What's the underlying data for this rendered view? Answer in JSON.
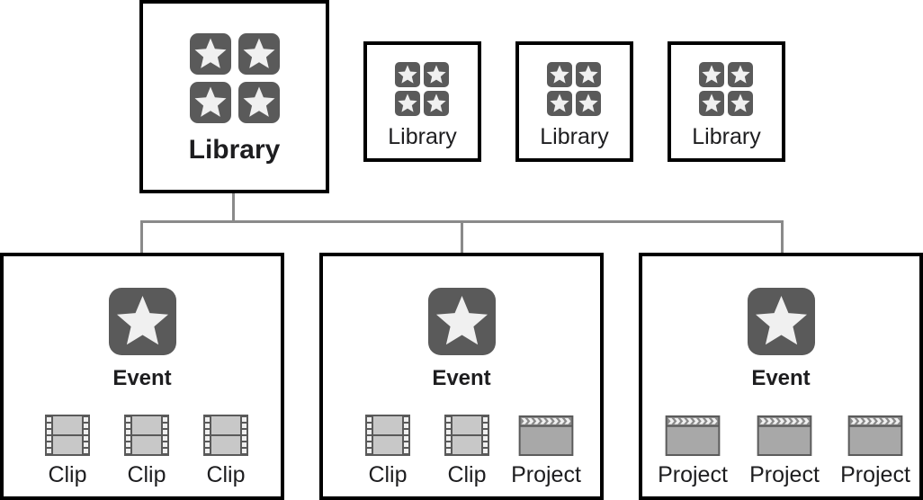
{
  "diagram": {
    "colors": {
      "box_border": "#000000",
      "connector": "#8a8a8a",
      "icon_fill": "#5a5a5a",
      "star_fill": "#f0f0f0",
      "frame_fill": "#c8c8c8",
      "project_fill": "#a8a8a8"
    },
    "main_library": {
      "label": "Library",
      "icon": "library-stars-icon"
    },
    "other_libraries": [
      {
        "label": "Library",
        "icon": "library-stars-icon"
      },
      {
        "label": "Library",
        "icon": "library-stars-icon"
      },
      {
        "label": "Library",
        "icon": "library-stars-icon"
      }
    ],
    "events": [
      {
        "label": "Event",
        "icon": "event-star-icon",
        "items": [
          {
            "label": "Clip",
            "type": "clip",
            "icon": "film-clip-icon"
          },
          {
            "label": "Clip",
            "type": "clip",
            "icon": "film-clip-icon"
          },
          {
            "label": "Clip",
            "type": "clip",
            "icon": "film-clip-icon"
          }
        ]
      },
      {
        "label": "Event",
        "icon": "event-star-icon",
        "items": [
          {
            "label": "Clip",
            "type": "clip",
            "icon": "film-clip-icon"
          },
          {
            "label": "Clip",
            "type": "clip",
            "icon": "film-clip-icon"
          },
          {
            "label": "Project",
            "type": "project",
            "icon": "clapperboard-project-icon"
          }
        ]
      },
      {
        "label": "Event",
        "icon": "event-star-icon",
        "items": [
          {
            "label": "Project",
            "type": "project",
            "icon": "clapperboard-project-icon"
          },
          {
            "label": "Project",
            "type": "project",
            "icon": "clapperboard-project-icon"
          },
          {
            "label": "Project",
            "type": "project",
            "icon": "clapperboard-project-icon"
          }
        ]
      }
    ]
  }
}
